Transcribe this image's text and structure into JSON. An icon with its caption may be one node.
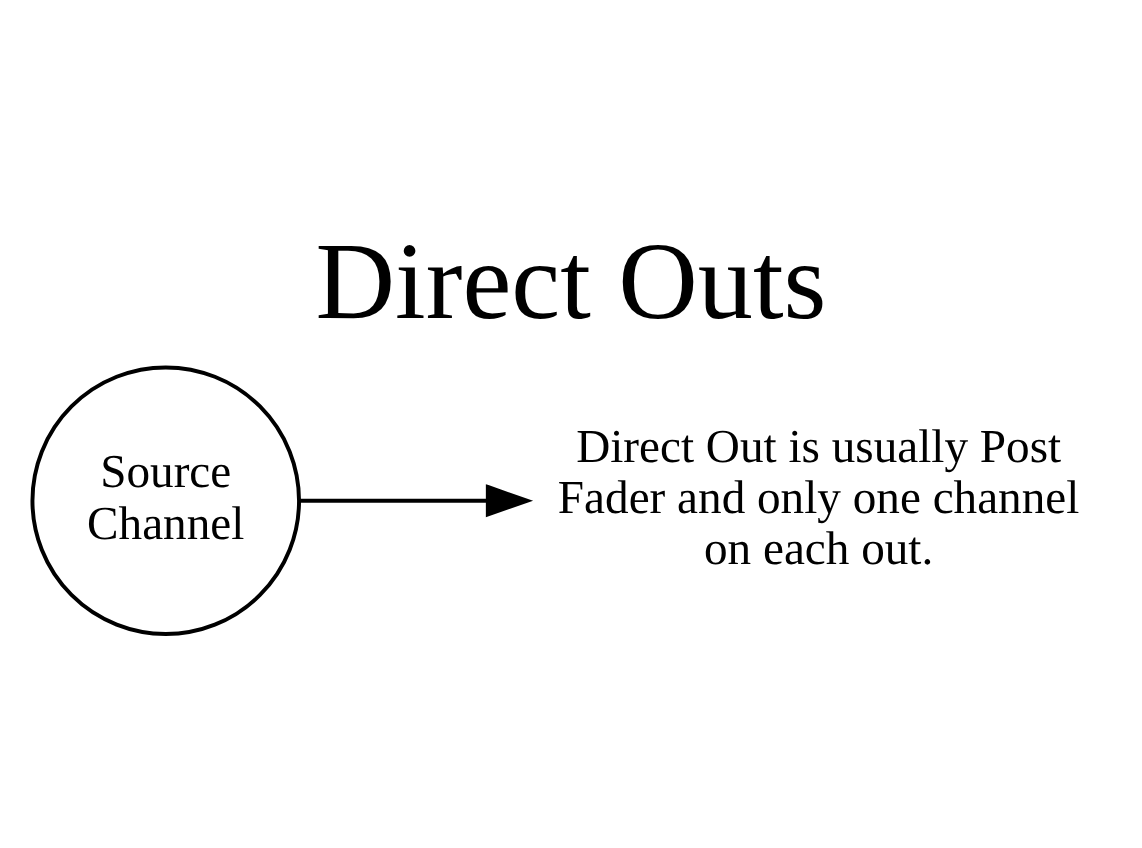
{
  "diagram": {
    "title": "Direct Outs",
    "nodes": [
      {
        "text": [
          "Source Channel"
        ]
      },
      {
        "text": [
          "Direct Out is usually Post Fader and only one channel on each out."
        ]
      }
    ],
    "edges": [
      {
        "from": 0,
        "to": 1,
        "arrow": "to"
      }
    ]
  }
}
